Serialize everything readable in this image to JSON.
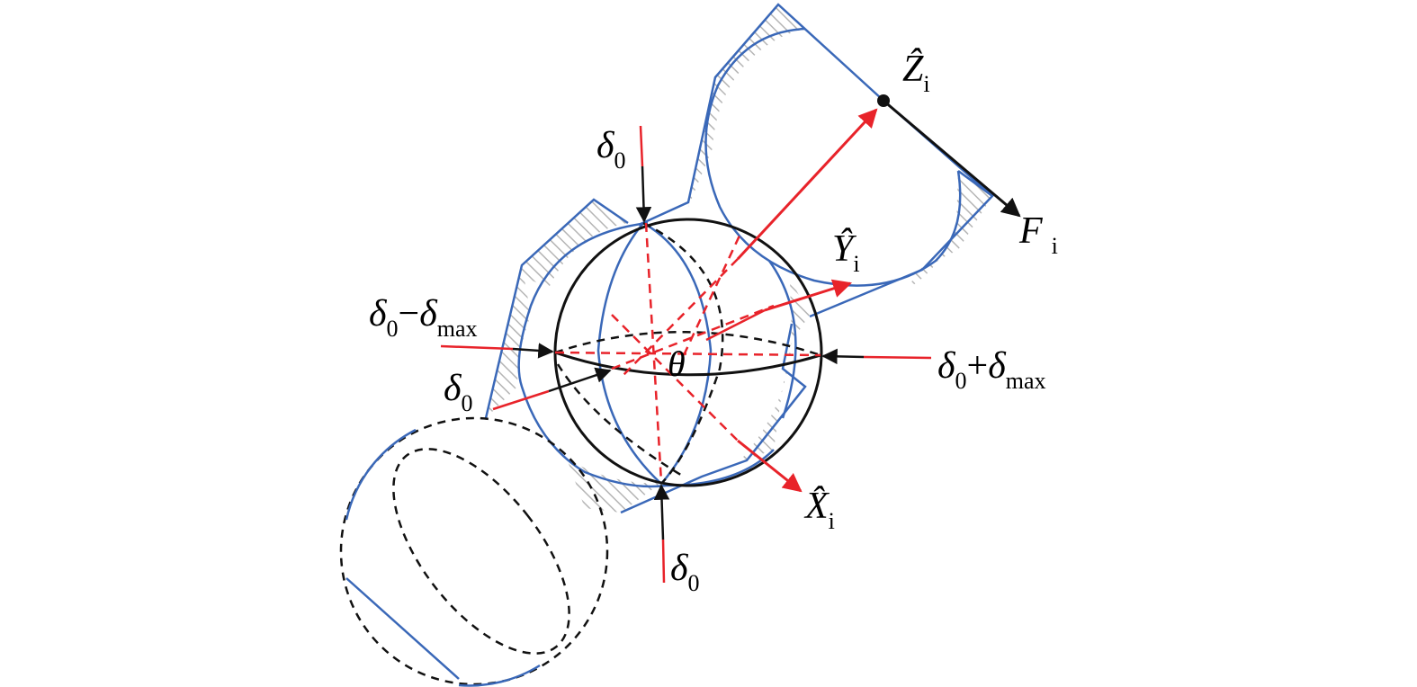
{
  "colors": {
    "blue": "#3a68b8",
    "red": "#e8232a",
    "black": "#111111",
    "hatch": "#b5b5b5"
  },
  "labels": {
    "z_axis": {
      "base": "Ẑ",
      "sub": "i"
    },
    "y_axis": {
      "base": "Ŷ",
      "sub": "i"
    },
    "x_axis": {
      "base": "X̂",
      "sub": "i"
    },
    "force": {
      "base": "F",
      "sub": "i"
    },
    "delta_top": {
      "base": "δ",
      "sub": "0"
    },
    "delta_bottom": {
      "base": "δ",
      "sub": "0"
    },
    "delta_left": {
      "base": "δ",
      "sub": "0"
    },
    "delta_minus": {
      "base": "δ",
      "sub": "0",
      "op": "−",
      "base2": "δ",
      "sub2": "max"
    },
    "delta_plus": {
      "base": "δ",
      "sub": "0",
      "op": "+",
      "base2": "δ",
      "sub2": "max"
    },
    "theta": "θ"
  }
}
